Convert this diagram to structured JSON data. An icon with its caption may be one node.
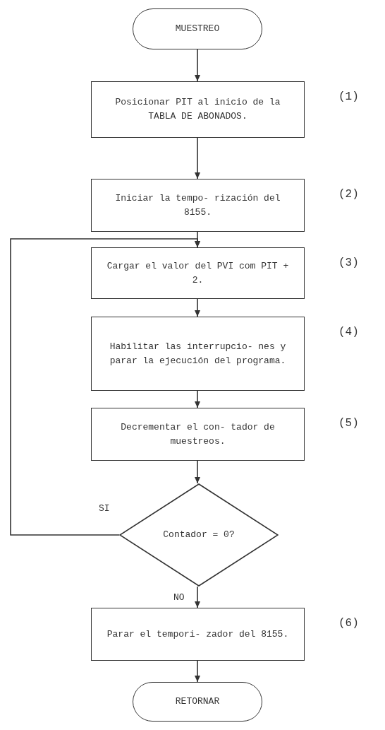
{
  "diagram": {
    "nodes": [
      {
        "text": [
          "MUESTREO"
        ]
      },
      {
        "text": [
          "Posicionar PIT al inicio de la TABLA DE ABONADOS."
        ],
        "beside": [
          "(1)"
        ]
      },
      {
        "text": [
          "Iniciar la tempo- rización del 8155."
        ],
        "beside": [
          "(2)"
        ]
      },
      {
        "text": [
          "Cargar el valor del PVI com PIT + 2."
        ],
        "beside": [
          "(3)"
        ]
      },
      {
        "text": [
          "Habilitar las interrupcio- nes y parar la ejecución del programa."
        ],
        "beside": [
          "(4)"
        ]
      },
      {
        "text": [
          "Decrementar el con- tador de muestreos."
        ],
        "beside": [
          "(5)"
        ]
      },
      {
        "text": [
          "Contador = 0?"
        ]
      },
      {
        "text": [
          "Parar el tempori- zador del 8155."
        ],
        "beside": [
          "(6)"
        ]
      },
      {
        "text": [
          "RETORNAR"
        ]
      }
    ],
    "edges": [
      {
        "from": 0,
        "to": 1,
        "arrow": "to"
      },
      {
        "from": 1,
        "to": 2,
        "arrow": "to"
      },
      {
        "from": 2,
        "to": 3,
        "arrow": "to"
      },
      {
        "from": 3,
        "to": 4,
        "arrow": "to"
      },
      {
        "from": 4,
        "to": 5,
        "arrow": "to"
      },
      {
        "from": 5,
        "to": 6,
        "arrow": "to"
      },
      {
        "from": 6,
        "to": 3,
        "arrow": "to",
        "label": "SI"
      },
      {
        "from": 6,
        "to": 7,
        "arrow": "to",
        "label": "NO"
      },
      {
        "from": 7,
        "to": 8,
        "arrow": "to"
      }
    ]
  }
}
